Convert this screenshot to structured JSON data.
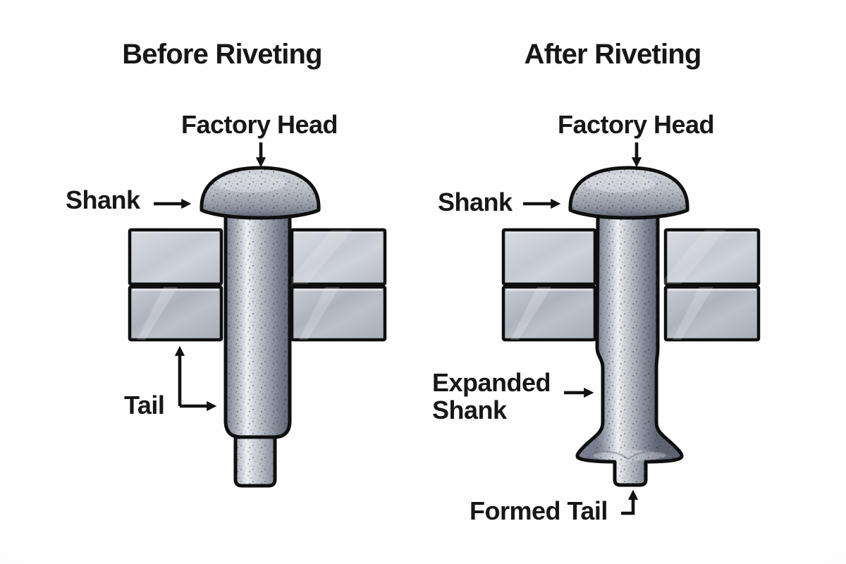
{
  "page": {
    "background": "#fdfdfe",
    "ink": "#171717",
    "outline": "#0e0e0e"
  },
  "panels": {
    "before": {
      "title": "Before Riveting",
      "labels": {
        "factory_head": "Factory Head",
        "shank": "Shank",
        "tail": "Tail"
      }
    },
    "after": {
      "title": "After Riveting",
      "labels": {
        "factory_head": "Factory Head",
        "shank": "Shank",
        "expanded_shank": "Expanded Shank",
        "formed_tail": "Formed Tail"
      }
    }
  },
  "materials": {
    "metal_highlight": "#edeff2",
    "metal_mid": "#b5bac3",
    "metal_shadow": "#5e6472",
    "plate_light": "#d8dbe1",
    "plate_dark": "#a7adb7"
  }
}
